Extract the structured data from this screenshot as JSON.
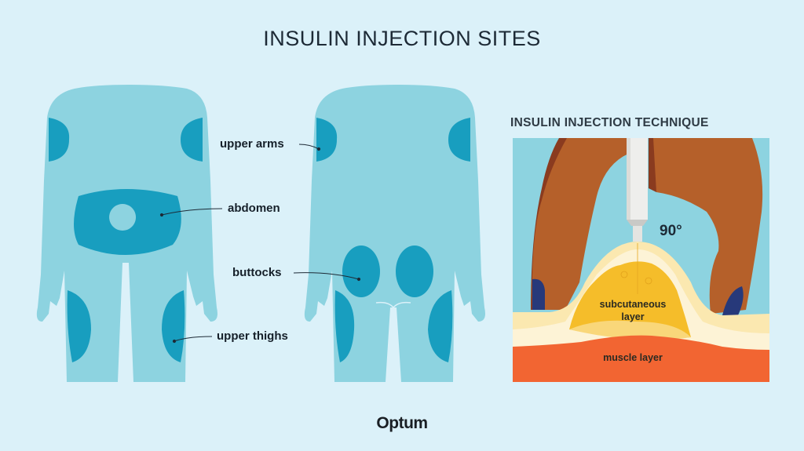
{
  "title": "INSULIN INJECTION SITES",
  "sites": {
    "upper_arms": "upper arms",
    "abdomen": "abdomen",
    "buttocks": "buttocks",
    "upper_thighs": "upper thighs"
  },
  "technique": {
    "title": "INSULIN INJECTION TECHNIQUE",
    "angle": "90°",
    "subcutaneous_line1": "subcutaneous",
    "subcutaneous_line2": "layer",
    "muscle": "muscle layer"
  },
  "brand": "Optum",
  "colors": {
    "background": "#dbf1f9",
    "body": "#8dd3e0",
    "site": "#189ebf",
    "finger": "#b5602a",
    "skin": "#fbe8b0",
    "fat": "#f5bd2a",
    "muscle": "#f26532",
    "nail": "#27397a"
  }
}
